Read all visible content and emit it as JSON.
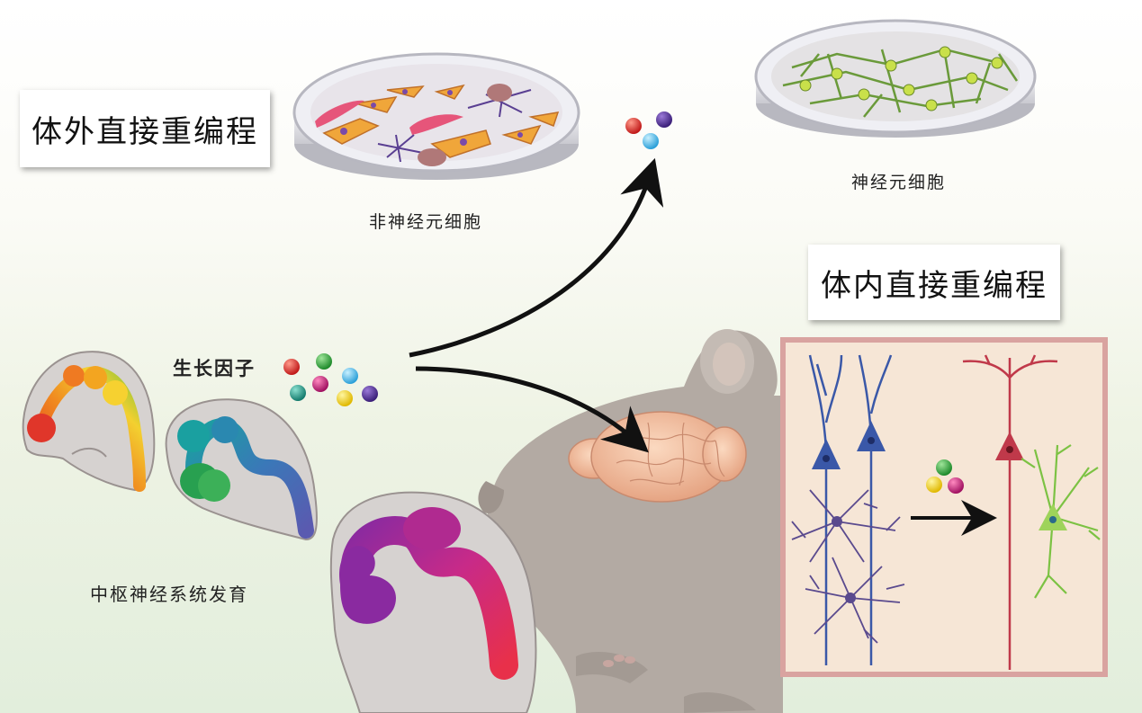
{
  "labels": {
    "in_vitro_title": "体外直接重编程",
    "in_vivo_title": "体内直接重编程",
    "non_neuronal_cells": "非神经元细胞",
    "neuronal_cells": "神经元细胞",
    "growth_factors": "生长因子",
    "cns_development": "中枢神经系统发育"
  },
  "colors": {
    "arrow": "#111111",
    "blue_neuron": "#3a58a8",
    "red_neuron": "#c0394a",
    "green_neuron": "#7cc243",
    "astrocyte": "#5a4a8e",
    "inset_bg": "#f6e6d6",
    "inset_border": "#d9a3a0"
  }
}
